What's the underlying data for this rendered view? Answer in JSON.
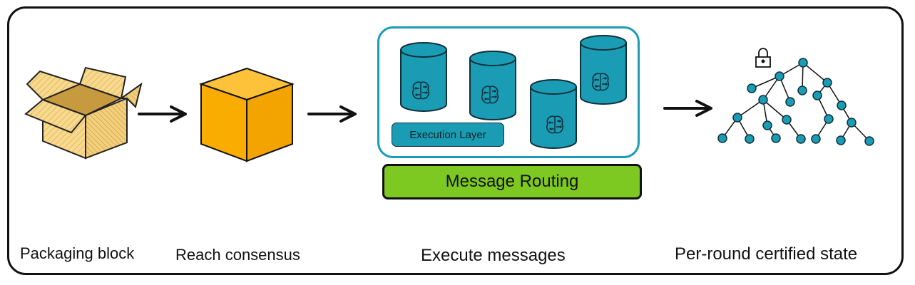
{
  "steps": [
    {
      "label": "Packaging block",
      "icon": "open-box-icon"
    },
    {
      "label": "Reach consensus",
      "icon": "cube-icon"
    },
    {
      "label": "Execute messages",
      "icon": "database-cylinders-icon"
    },
    {
      "label": "Per-round certified state",
      "icon": "tree-icon"
    }
  ],
  "execution_layer_label": "Execution Layer",
  "message_routing_label": "Message Routing",
  "colors": {
    "box": "#f7d68a",
    "cube": "#f9ad00",
    "teal": "#1a9cb5",
    "green": "#7ec822"
  },
  "icons": {
    "arrow": "arrow-right-icon",
    "lock": "padlock-icon",
    "brain": "circuit-brain-icon"
  }
}
